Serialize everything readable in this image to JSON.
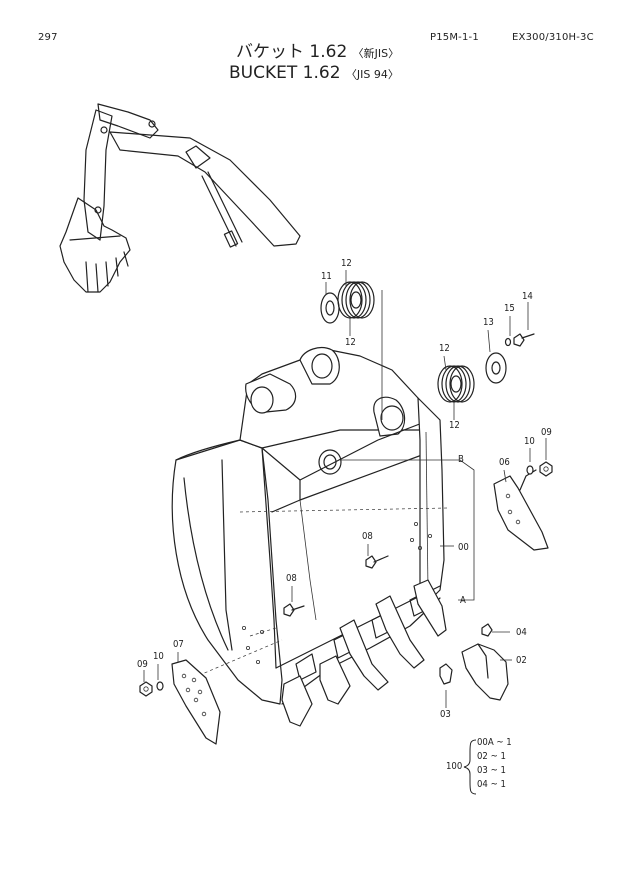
{
  "header": {
    "page_number": "297",
    "doc_code": "P15M-1-1",
    "model": "EX300/310H-3C"
  },
  "title": {
    "jp_main": "バケット 1.62",
    "jp_note": "〈新JIS〉",
    "en_main": "BUCKET 1.62",
    "en_note": "〈JIS 94〉"
  },
  "callouts": {
    "c11": "11",
    "c12a": "12",
    "c12b": "12",
    "c12c": "12",
    "c12d": "12",
    "c13": "13",
    "c14": "14",
    "c15": "15",
    "c06": "06",
    "c10r": "10",
    "c09r": "09",
    "cB": "B",
    "c00": "00",
    "cA": "A",
    "c08a": "08",
    "c08b": "08",
    "c07": "07",
    "c10l": "10",
    "c09l": "09",
    "c04": "04",
    "c02": "02",
    "c03": "03"
  },
  "kit": {
    "qty_label": "100",
    "items": [
      "00A ~ 1",
      "02   ~ 1",
      "03   ~ 1",
      "04   ~ 1"
    ]
  }
}
